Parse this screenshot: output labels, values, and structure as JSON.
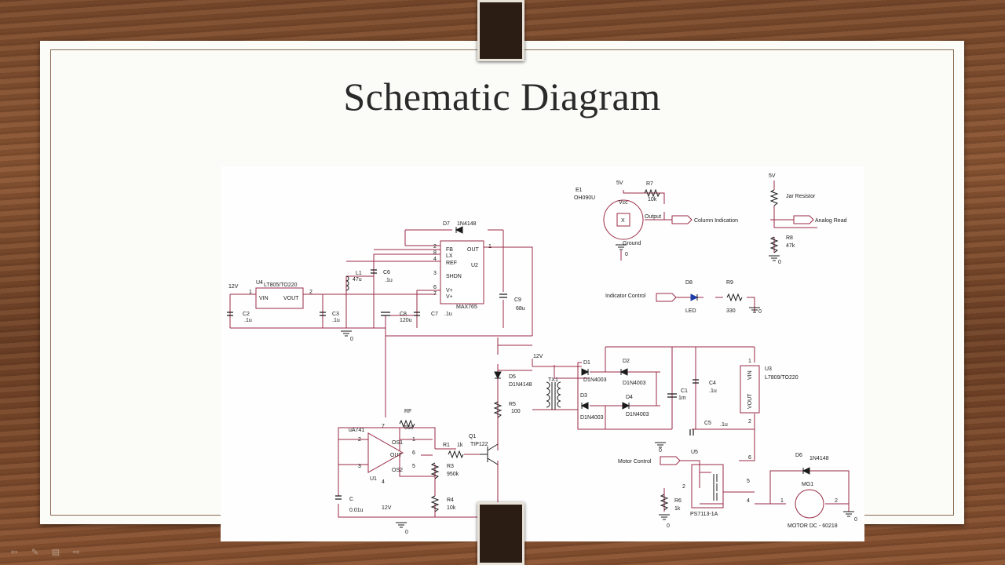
{
  "slide": {
    "title": "Schematic Diagram"
  },
  "labels": {
    "u4": "U4",
    "u4_part": "LT805/TO220",
    "vin": "VIN",
    "vout": "VOUT",
    "v12_in": "12V",
    "pin1": "1",
    "pin2": "2",
    "c2": "C2",
    "c2v": ".1u",
    "c3": "C3",
    "c3v": ".1u",
    "l1": "L1",
    "l1v": "47u",
    "c6": "C6",
    "c6v": ".1u",
    "c8": "C8",
    "c8v": "120u",
    "c7": "C7",
    "c7v": ".1u",
    "gnd0_a": "0",
    "d7": "D7",
    "d7v": "1N4148",
    "fb": "FB",
    "lx": "LX",
    "ref": "REF",
    "shdn": "SHDN",
    "vplus1": "V+",
    "vplus2": "V+",
    "out": "OUT",
    "u2": "U2",
    "max": "MAX765",
    "p2": "2",
    "p8": "8",
    "p4": "4",
    "p3": "3",
    "p6": "6",
    "p7": "7",
    "p1": "1",
    "c9": "C9",
    "c9v": "68u",
    "e1": "E1",
    "e1_part": "OH090U",
    "v5a": "5V",
    "vcc": "Vcc",
    "r7": "R7",
    "r7v": "10k",
    "x": "X",
    "output": "Output",
    "ground": "Ground",
    "column_ind": "Column Indication",
    "gnd0_b": "0",
    "v5b": "5V",
    "jar": "Jar Resistor",
    "analog": "Analog Read",
    "r8": "R8",
    "r8v": "47k",
    "gnd0_c": "0",
    "ind_ctrl": "Indicator Control",
    "d8": "D8",
    "led": "LED",
    "r9": "R9",
    "r9v": "330",
    "gnd0_d": "0",
    "v12_b": "12V",
    "d5": "D5",
    "d5v": "D1N4148",
    "r5": "R5",
    "r5v": "100",
    "tx1": "TX1",
    "d1": "D1",
    "d1v": "D1N4003",
    "d2": "D2",
    "d2v": "D1N4003",
    "d3": "D3",
    "d3v": "D1N4003",
    "d4": "D4",
    "d4v": "D1N4003",
    "c1": "C1",
    "c1v": "1m",
    "c4": "C4",
    "c4v": ".1u",
    "u3": "U3",
    "u3_part": "L7809/TO220",
    "vin3": "VIN",
    "vout3": "VOUT",
    "u3p1": "1",
    "u3p2": "2",
    "c5": "C5",
    "c5v": ".1u",
    "gnd0_e": "0",
    "rf": "RF",
    "rfv": "56k",
    "ua741": "uA741",
    "os1": "OS1",
    "os2": "OS2",
    "op_out": "OUT",
    "u1": "U1",
    "op2": "2",
    "op3": "3",
    "op6": "6",
    "op1": "1",
    "op5": "5",
    "op7": "7",
    "op4": "4",
    "c_": "C",
    "cv": "0.01u",
    "v12_c": "12V",
    "r1": "R1",
    "r1v": "1k",
    "r3": "R3",
    "r3v": "950k",
    "r4": "R4",
    "r4v": "10k",
    "q1": "Q1",
    "q1v": "TIP122",
    "gnd0_f": "0",
    "motor_ctrl": "Motor Control",
    "u5": "U5",
    "u5v": "PS7113-1A",
    "r6": "R6",
    "r6v": "1k",
    "p2b": "2",
    "p6b": "6",
    "p5b": "5",
    "p4b": "4",
    "gnd0_g": "0",
    "d6": "D6",
    "d6v": "1N4148",
    "mg1": "MG1",
    "motor": "MOTOR DC - 60218",
    "m1": "1",
    "m2": "2",
    "gnd0_h": "0"
  }
}
